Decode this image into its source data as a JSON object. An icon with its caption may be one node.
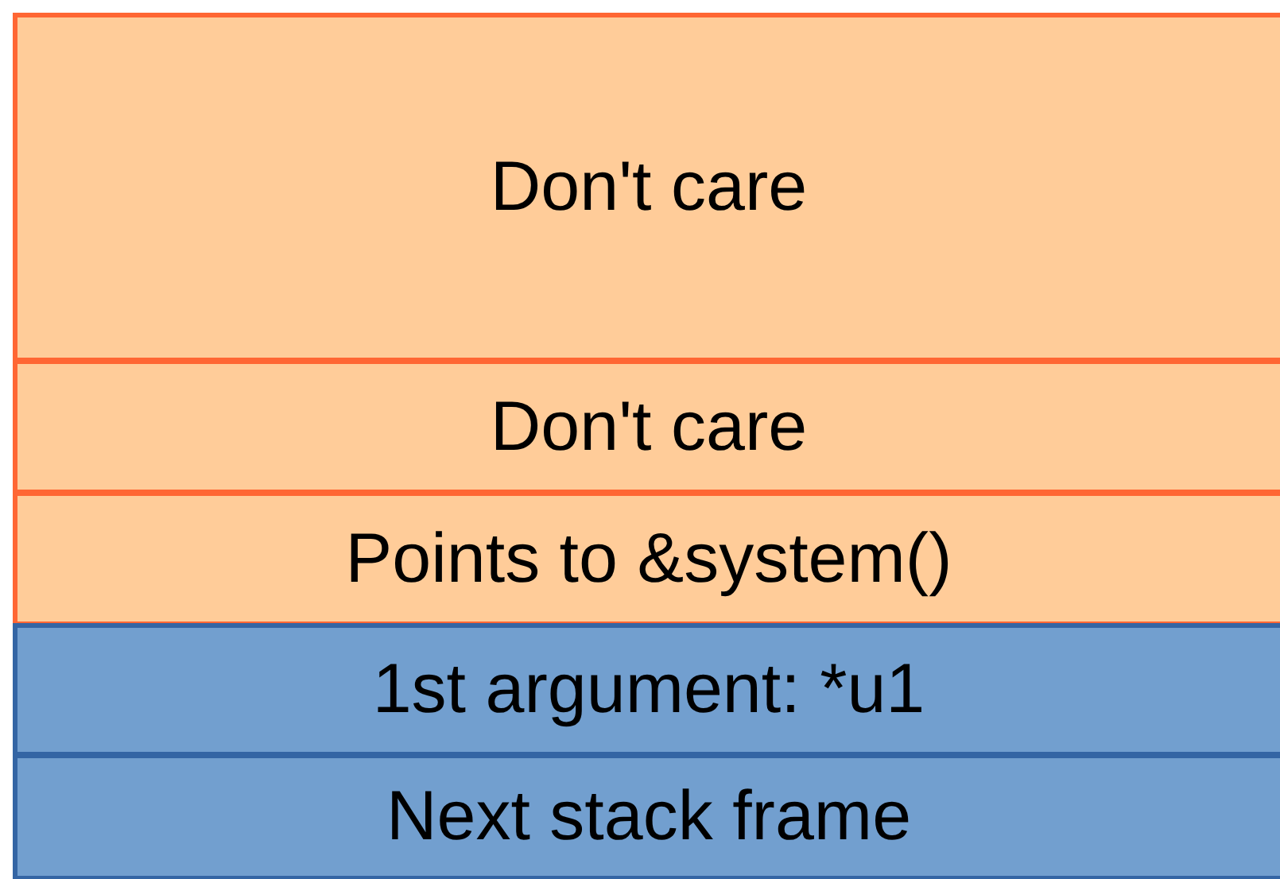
{
  "diagram": {
    "nodes": [
      {
        "text": [
          "Don't care"
        ]
      },
      {
        "text": [
          "Don't care"
        ]
      },
      {
        "text": [
          "Points to &system()"
        ]
      },
      {
        "text": [
          "1st argument: *u1"
        ]
      },
      {
        "text": [
          "Next stack frame"
        ]
      }
    ]
  }
}
